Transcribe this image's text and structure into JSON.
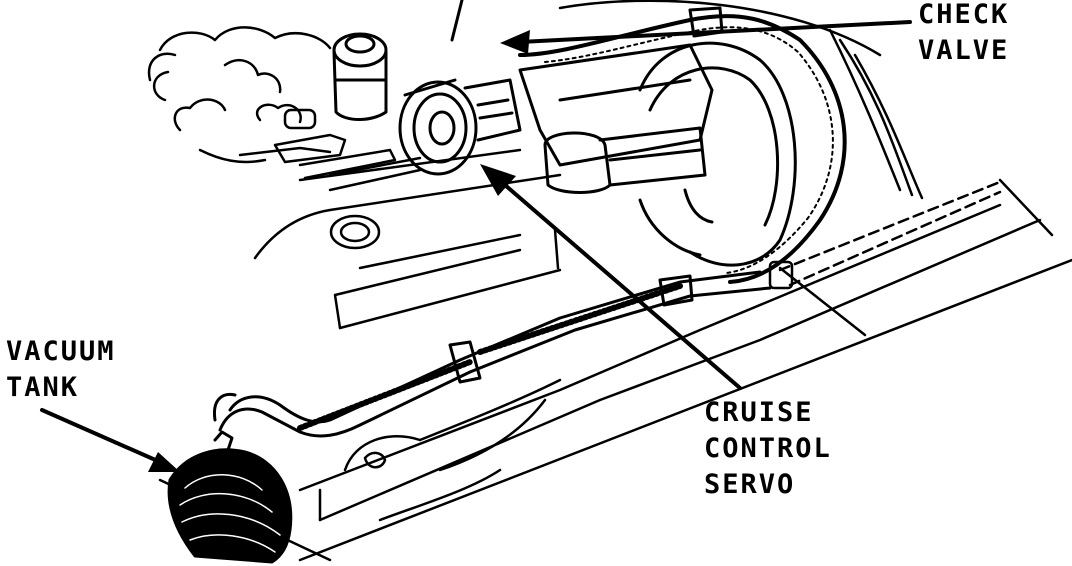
{
  "labels": {
    "check_valve": [
      "CHECK",
      "VALVE"
    ],
    "vacuum_tank": [
      "VACUUM",
      "TANK"
    ],
    "cruise_control_servo": [
      "CRUISE",
      "CONTROL",
      "SERVO"
    ]
  },
  "colors": {
    "ink": "#000000",
    "paper": "#ffffff"
  }
}
